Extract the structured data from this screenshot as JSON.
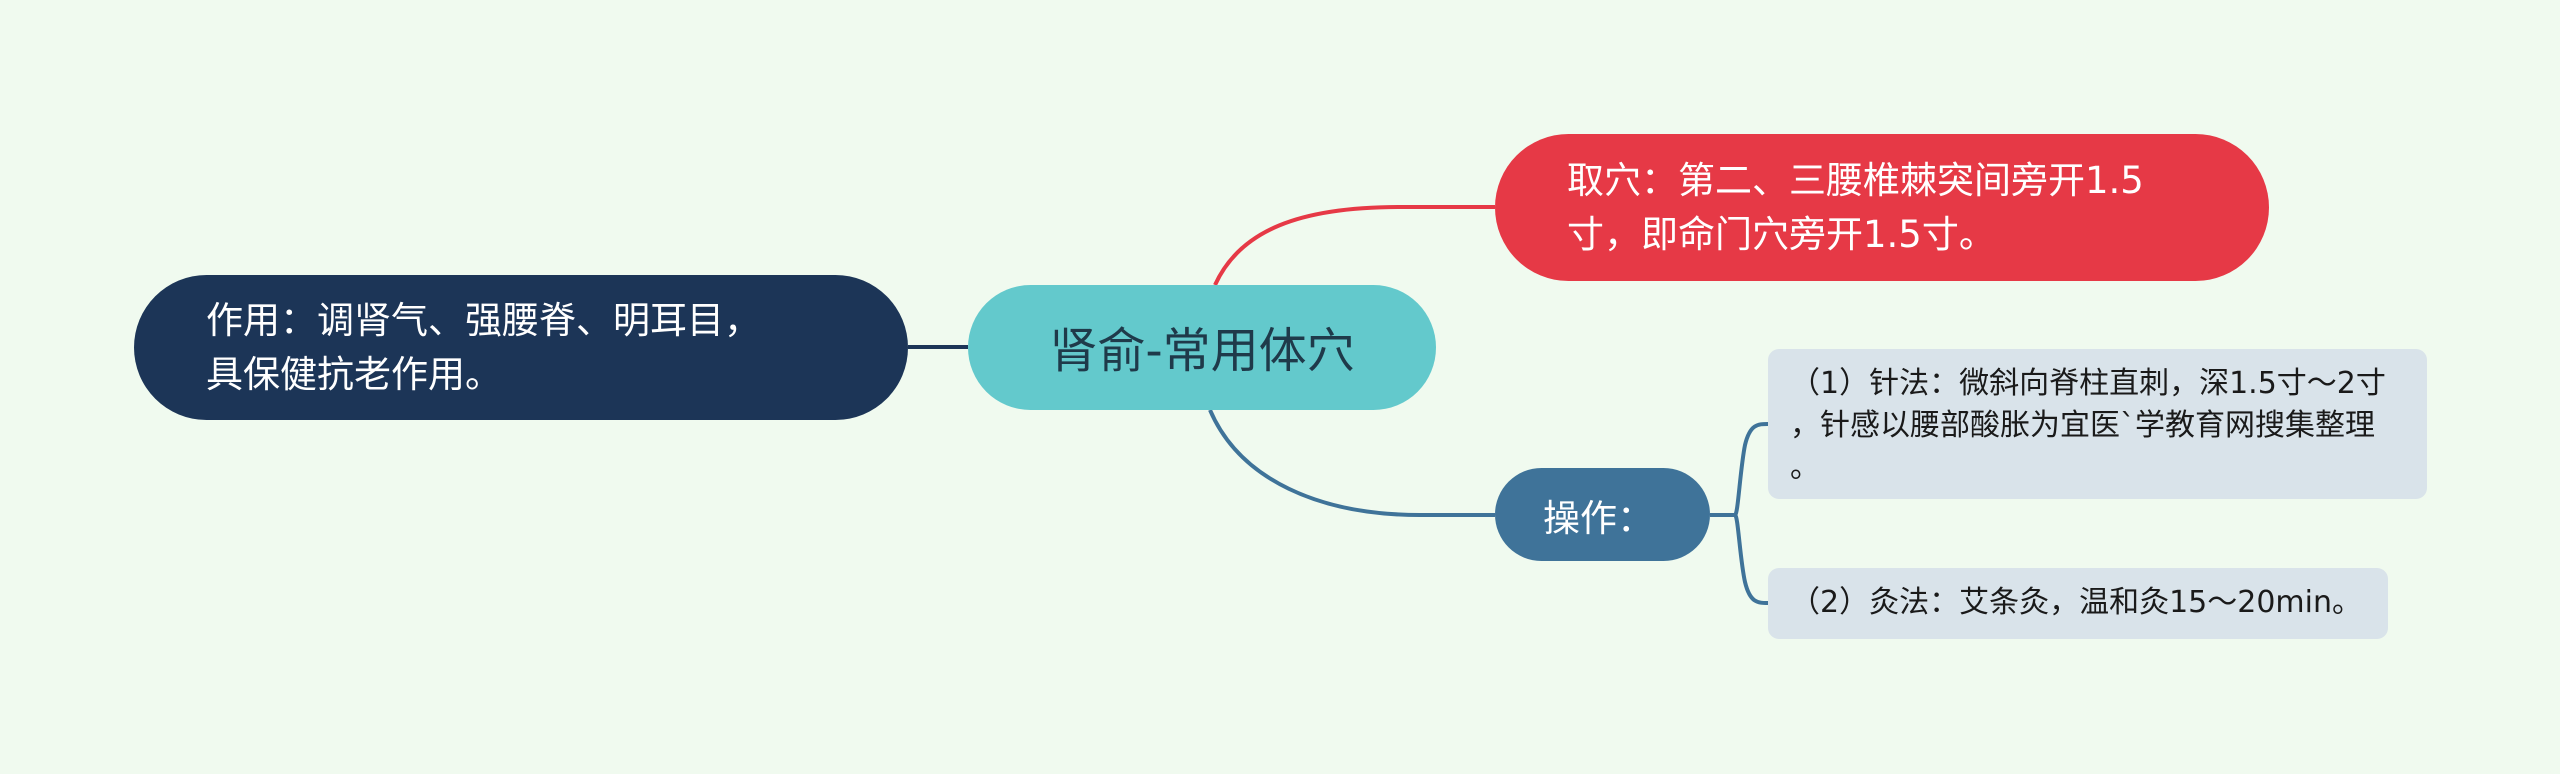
{
  "central": {
    "label": "肾俞-常用体穴"
  },
  "left": {
    "label": "作用：调肾气、强腰脊、明耳目，\n具保健抗老作用。"
  },
  "right_top": {
    "label": "取穴：第二、三腰椎棘突间旁开1.5\n寸，即命门穴旁开1.5寸。"
  },
  "operation": {
    "label": "操作：",
    "children": [
      {
        "label": "（1）针法：微斜向脊柱直刺，深1.5寸～2寸\n，针感以腰部酸胀为宜医`学教育网搜集整理\n。"
      },
      {
        "label": "（2）灸法：艾条灸，温和灸15～20min。"
      }
    ]
  },
  "colors": {
    "background": "#f0faef",
    "central": "#63c9cc",
    "left": "#1c3557",
    "right_top": "#e63946",
    "operation": "#3f7399",
    "leaf": "#d9e3ea"
  }
}
